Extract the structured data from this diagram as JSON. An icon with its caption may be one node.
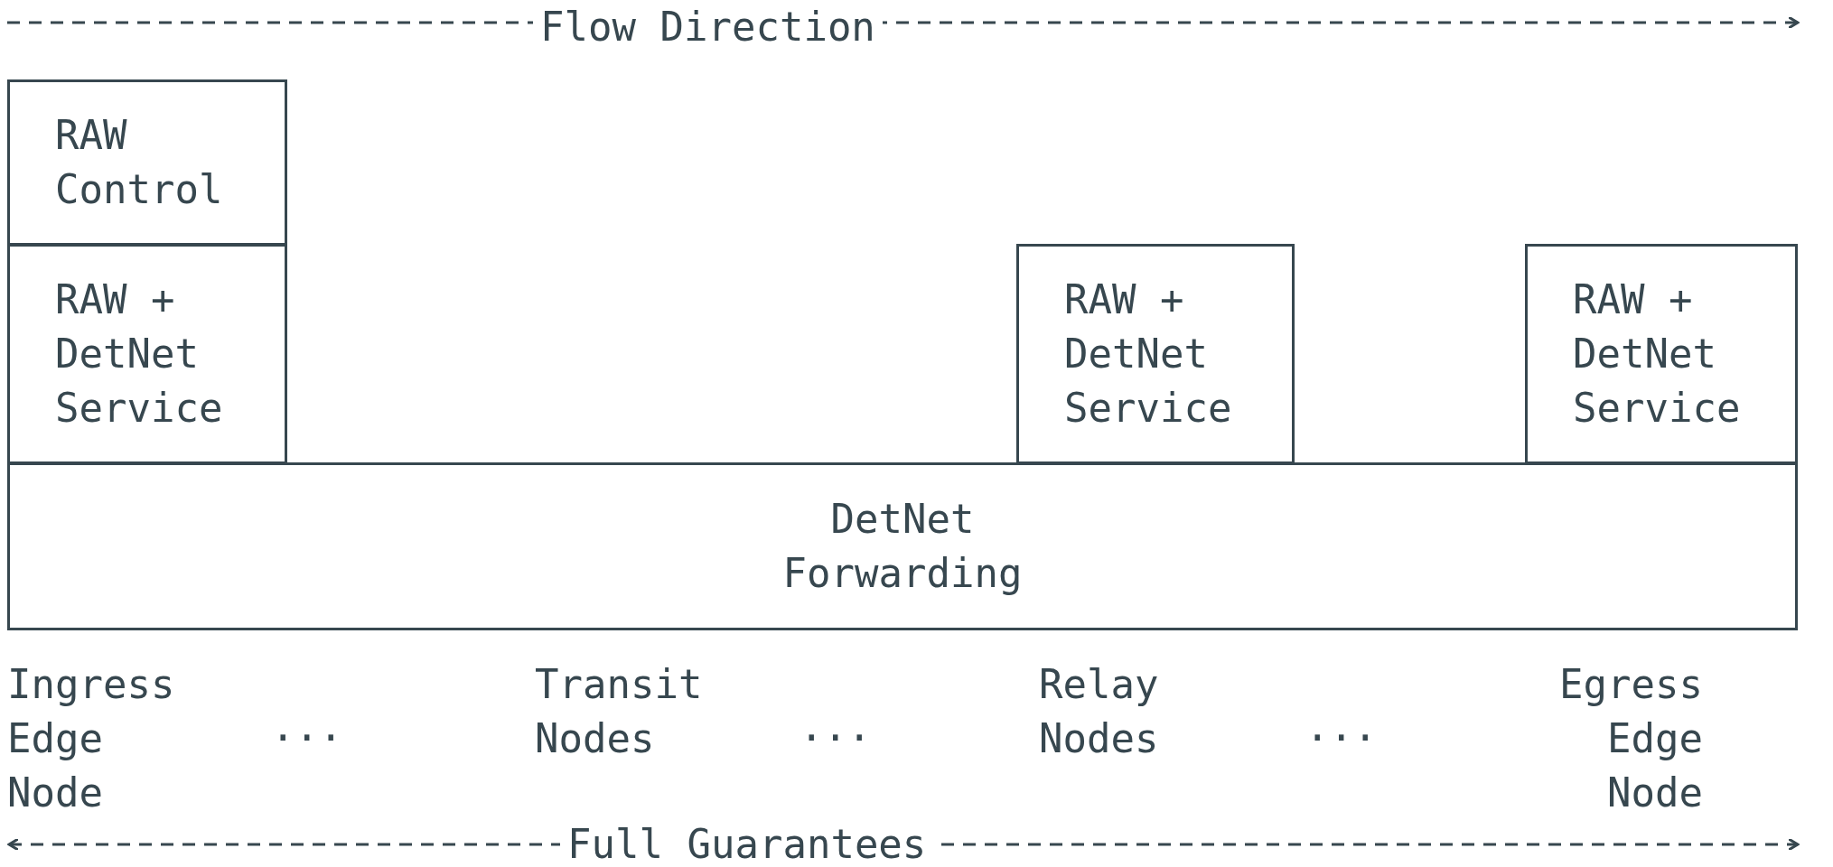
{
  "diagram": {
    "nodes": [
      {
        "text": [
          "RAW Control"
        ]
      },
      {
        "text": [
          "RAW + DetNet Service"
        ]
      },
      {
        "text": [
          "RAW + DetNet Service"
        ]
      },
      {
        "text": [
          "RAW + DetNet Service"
        ]
      },
      {
        "text": [
          "DetNet Forwarding"
        ]
      }
    ],
    "labels": [
      "Flow Direction",
      "Ingress Edge Node",
      "...",
      "Transit Nodes",
      "...",
      "Relay Nodes",
      "...",
      "Egress Edge Node",
      "Full Guarantees"
    ]
  }
}
